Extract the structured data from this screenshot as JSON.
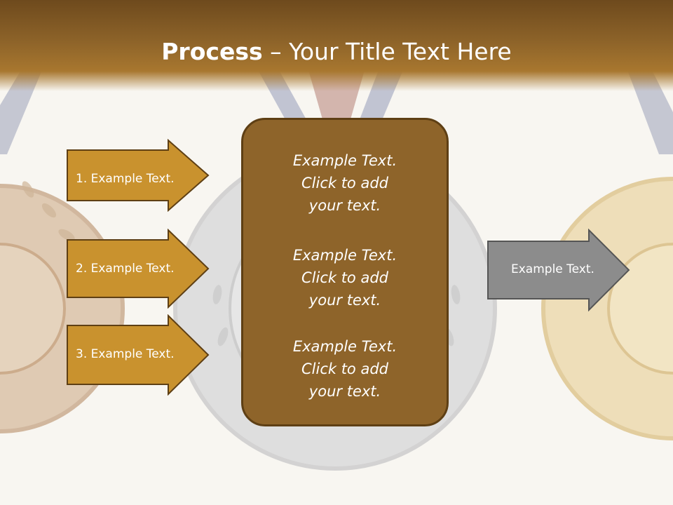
{
  "slide": {
    "title_bold": "Process",
    "title_rest": " – Your Title Text Here"
  },
  "left_arrows": [
    {
      "label": "1. Example Text."
    },
    {
      "label": "2. Example Text."
    },
    {
      "label": "3. Example Text."
    }
  ],
  "center_box": {
    "paragraphs": [
      {
        "lines": [
          "Example Text.",
          "Click  to add",
          "your text."
        ]
      },
      {
        "lines": [
          "Example Text.",
          "Click  to add",
          "your text."
        ]
      },
      {
        "lines": [
          "Example Text.",
          "Click  to add",
          "your text."
        ]
      }
    ]
  },
  "right_arrow": {
    "label": "Example Text."
  },
  "colors": {
    "header": "#8d6329",
    "left_arrow_fill": "#c9922e",
    "left_arrow_stroke": "#5e3f14",
    "center_fill": "#8e642a",
    "right_arrow_fill": "#8c8c8c",
    "right_arrow_stroke": "#555555"
  }
}
